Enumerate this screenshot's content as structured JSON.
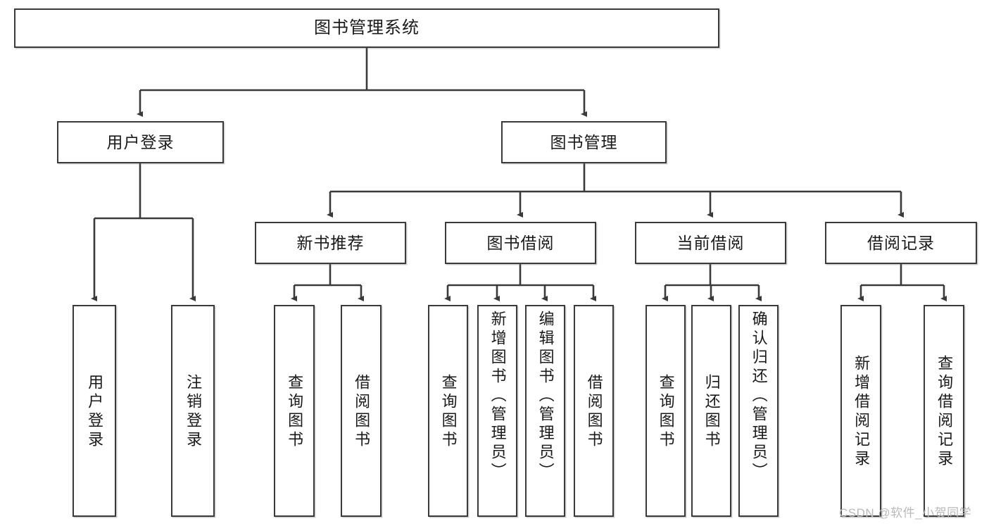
{
  "diagram": {
    "title": "图书管理系统",
    "watermark": "CSDN @软件_小贺同学",
    "line_color": "#3a3a3a",
    "box_border_color": "#3a3a3a",
    "text_color": "#1a1a1a",
    "background_color": "#ffffff"
  },
  "levels": {
    "root": {
      "label": "图书管理系统"
    },
    "level2": [
      {
        "label": "用户登录"
      },
      {
        "label": "图书管理"
      }
    ],
    "level3": [
      {
        "label": "新书推荐"
      },
      {
        "label": "图书借阅"
      },
      {
        "label": "当前借阅"
      },
      {
        "label": "借阅记录"
      }
    ],
    "leaves": {
      "user_login": [
        {
          "label": "用户登录"
        },
        {
          "label": "注销登录"
        }
      ],
      "new_book_recommend": [
        {
          "label": "查询图书"
        },
        {
          "label": "借阅图书"
        }
      ],
      "book_borrow": [
        {
          "label": "查询图书"
        },
        {
          "label": "新增图书（管理员）"
        },
        {
          "label": "编辑图书（管理员）"
        },
        {
          "label": "借阅图书"
        }
      ],
      "current_borrow": [
        {
          "label": "查询图书"
        },
        {
          "label": "归还图书"
        },
        {
          "label": "确认归还（管理员）"
        }
      ],
      "borrow_record": [
        {
          "label": "新增借阅记录"
        },
        {
          "label": "查询借阅记录"
        }
      ]
    }
  }
}
